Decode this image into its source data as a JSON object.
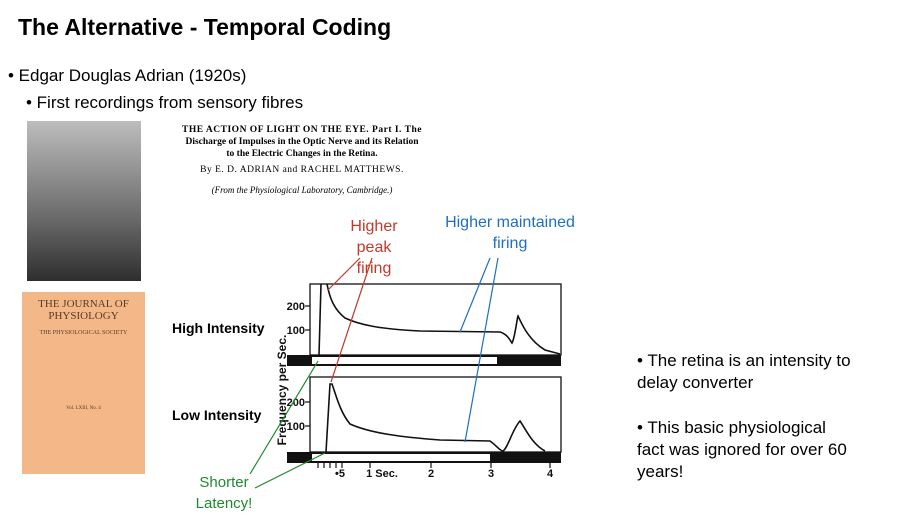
{
  "title": "The Alternative - Temporal Coding",
  "bullets": [
    "• Edgar Douglas Adrian (1920s)",
    "• First recordings from sensory fibres"
  ],
  "paper": {
    "title_line1": "THE ACTION OF LIGHT ON THE EYE. Part I. The",
    "title_line2": "Discharge of Impulses in the Optic Nerve and its Relation",
    "title_line3": "to the Electric Changes in the Retina.",
    "authors": "By E. D. ADRIAN and RACHEL MATTHEWS.",
    "affiliation": "(From the Physiological Laboratory, Cambridge.)"
  },
  "journal": {
    "line1": "THE JOURNAL OF",
    "line2": "PHYSIOLOGY",
    "line3": "THE PHYSIOLOGICAL SOCIETY",
    "volume": "Vol. LXIII, No. 4"
  },
  "figure": {
    "high_label": "High Intensity",
    "low_label": "Low Intensity",
    "ylabel": "Frequency per Sec.",
    "yticks": [
      "200",
      "100"
    ],
    "xticks": [
      "•5",
      "1 Sec.",
      "2",
      "3",
      "4"
    ]
  },
  "annotations": {
    "peak": [
      "Higher peak",
      "firing"
    ],
    "maintained": [
      "Higher maintained",
      "firing"
    ],
    "latency": [
      "Shorter",
      "Latency!"
    ],
    "peak_color": "#c0392b",
    "maintained_color": "#1f6fc0",
    "latency_color": "#1e8a2e"
  },
  "right_text": {
    "p1": [
      "• The retina is an intensity to",
      "delay converter"
    ],
    "p2": [
      "• This basic physiological",
      "fact was ignored for over 60",
      "years!"
    ]
  }
}
